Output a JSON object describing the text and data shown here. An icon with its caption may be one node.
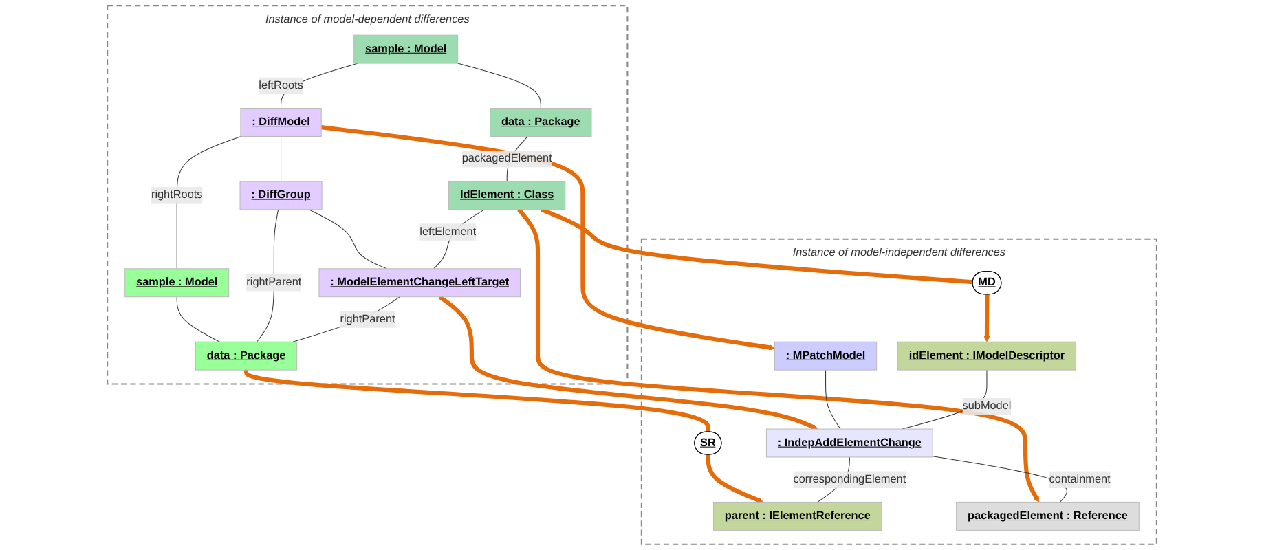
{
  "diagram": {
    "nodes": [
      {
        "text": [
          "Instance of model-dependent differences"
        ]
      },
      {
        "text": [
          "sample : Model"
        ],
        "in": 0
      },
      {
        "text": [
          ": DiffModel"
        ],
        "in": 0
      },
      {
        "text": [
          "sample : Model"
        ],
        "in": 0
      },
      {
        "text": [
          "data : Package"
        ],
        "in": 0
      },
      {
        "text": [
          ": DiffGroup"
        ],
        "in": 0
      },
      {
        "text": [
          "data : Package"
        ],
        "in": 0
      },
      {
        "text": [
          "IdElement : Class"
        ],
        "in": 0
      },
      {
        "text": [
          ": ModelElementChangeLeftTarget"
        ],
        "in": 0
      },
      {
        "text": [
          "Instance of model-independent differences"
        ]
      },
      {
        "text": [
          "MD"
        ],
        "in": 9
      },
      {
        "text": [
          "SR"
        ],
        "in": 9
      },
      {
        "text": [
          ": MPatchModel"
        ],
        "in": 9
      },
      {
        "text": [
          "idElement : IModelDescriptor"
        ],
        "in": 9
      },
      {
        "text": [
          ": IndepAddElementChange"
        ],
        "in": 9
      },
      {
        "text": [
          "parent : IElementReference"
        ],
        "in": 9
      },
      {
        "text": [
          "packagedElement : Reference"
        ],
        "in": 9
      }
    ],
    "edges": [
      {
        "from": 1,
        "to": 2,
        "arrow": "none",
        "label": "leftRoots"
      },
      {
        "from": 2,
        "to": 3,
        "arrow": "none",
        "label": "rightRoots"
      },
      {
        "from": 1,
        "to": 4,
        "arrow": "none"
      },
      {
        "from": 2,
        "to": 5,
        "arrow": "none"
      },
      {
        "from": 3,
        "to": 6,
        "arrow": "none"
      },
      {
        "from": 5,
        "to": 6,
        "arrow": "none",
        "label": "rightParent"
      },
      {
        "from": 4,
        "to": 7,
        "arrow": "none",
        "label": "packagedElement"
      },
      {
        "from": 5,
        "to": 8,
        "arrow": "none"
      },
      {
        "from": 7,
        "to": 8,
        "arrow": "none",
        "label": "leftElement"
      },
      {
        "from": 8,
        "to": 6,
        "arrow": "none",
        "label": "rightParent"
      },
      {
        "from": 2,
        "to": 12,
        "arrow": "to",
        "style": "thick",
        "color": "#e46c0a"
      },
      {
        "from": 8,
        "to": 14,
        "arrow": "to",
        "style": "thick",
        "color": "#e46c0a"
      },
      {
        "from": 7,
        "to": 10,
        "arrow": "none",
        "style": "thick",
        "color": "#e46c0a"
      },
      {
        "from": 10,
        "to": 13,
        "arrow": "to",
        "style": "thick",
        "color": "#e46c0a"
      },
      {
        "from": 6,
        "to": 11,
        "arrow": "none",
        "style": "thick",
        "color": "#e46c0a"
      },
      {
        "from": 11,
        "to": 15,
        "arrow": "to",
        "style": "thick",
        "color": "#e46c0a"
      },
      {
        "from": 7,
        "to": 16,
        "arrow": "to",
        "style": "thick",
        "color": "#e46c0a"
      },
      {
        "from": 12,
        "to": 14,
        "arrow": "none"
      },
      {
        "from": 13,
        "to": 14,
        "arrow": "none",
        "label": "subModel"
      },
      {
        "from": 14,
        "to": 15,
        "arrow": "none",
        "label": "correspondingElement"
      },
      {
        "from": 14,
        "to": 16,
        "arrow": "none",
        "label": "containment"
      }
    ]
  }
}
